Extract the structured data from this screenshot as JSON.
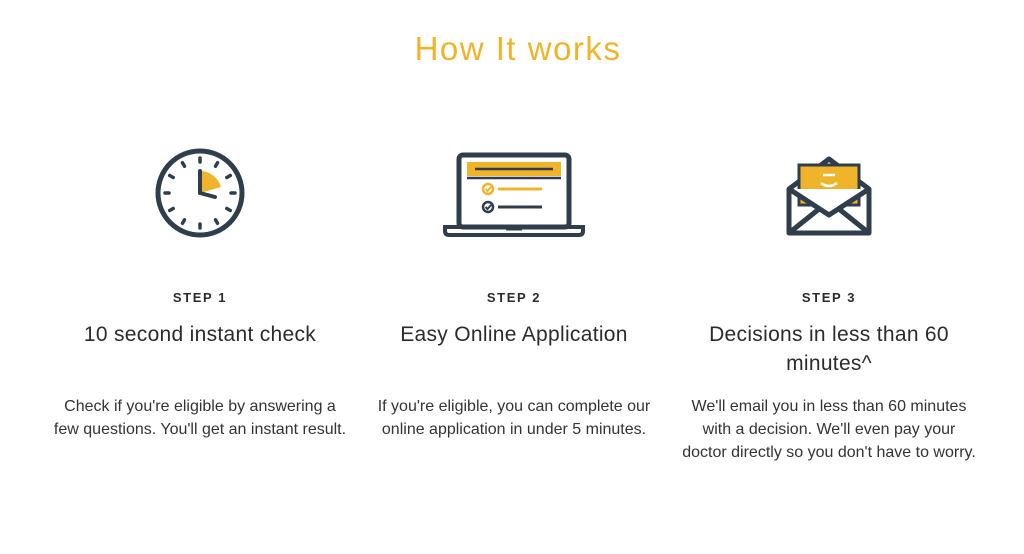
{
  "page": {
    "title": "How It works"
  },
  "colors": {
    "accent": "#f0b42a",
    "icon_stroke": "#2f3d4c",
    "text": "#2b2b2b"
  },
  "steps": [
    {
      "icon": "clock-icon",
      "label": "STEP 1",
      "heading": "10 second instant check",
      "description": "Check if you're eligible by answering a few questions. You'll get an instant result."
    },
    {
      "icon": "laptop-checklist-icon",
      "label": "STEP 2",
      "heading": "Easy Online Application",
      "description": "If you're eligible, you can complete our online application in under 5 minutes."
    },
    {
      "icon": "open-envelope-icon",
      "label": "STEP 3",
      "heading": "Decisions in less than 60 minutes^",
      "description": "We'll email you in less than 60 minutes with a decision. We'll even pay your doctor directly so you don't have to worry."
    }
  ]
}
